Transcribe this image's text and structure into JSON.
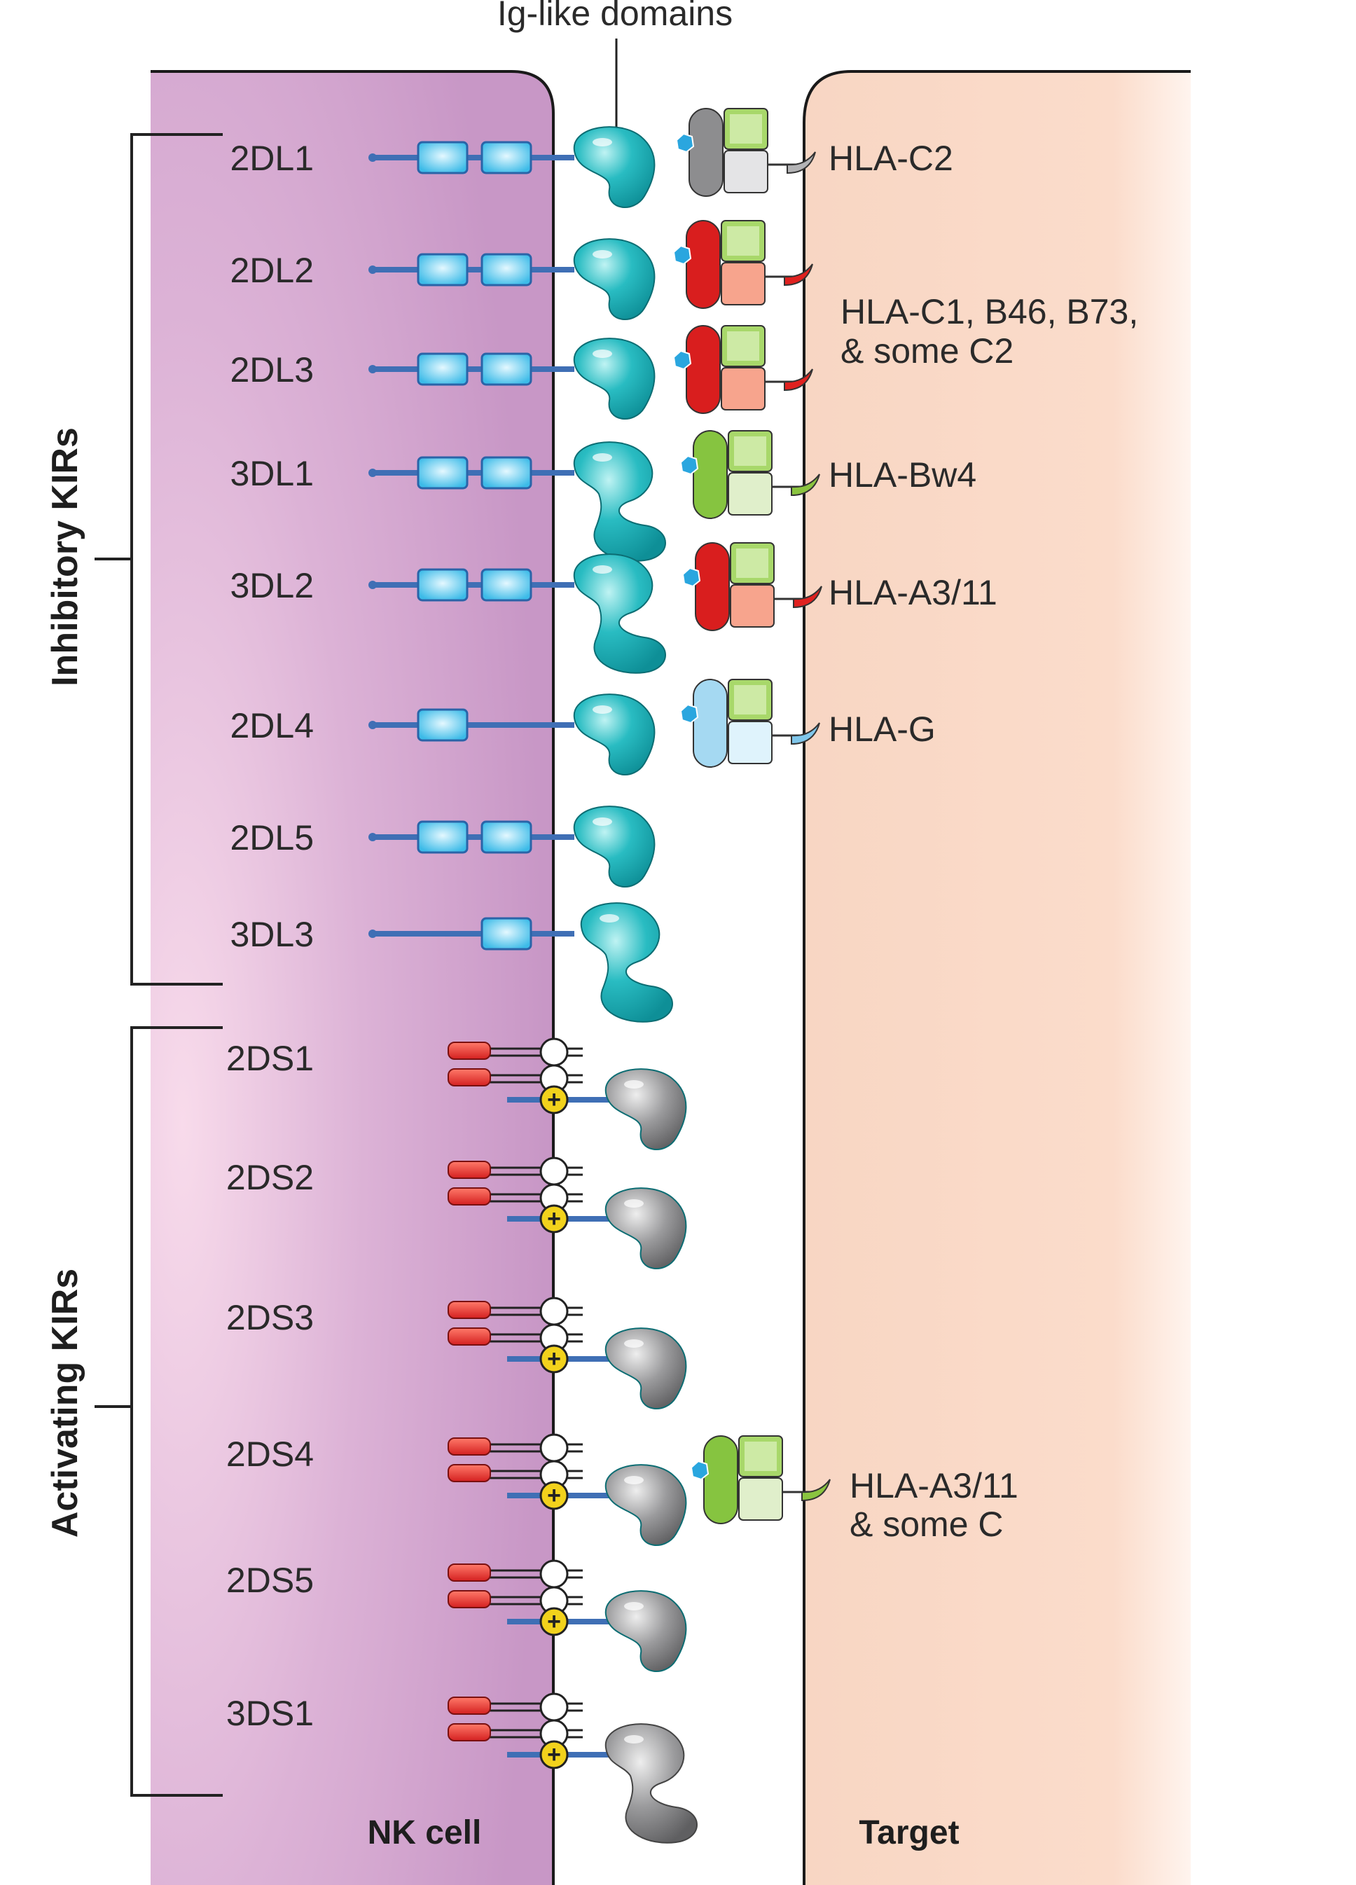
{
  "title_label": "Ig-like domains",
  "groups": {
    "inhibitory": "Inhibitory KIRs",
    "activating": "Activating KIRs"
  },
  "cells": {
    "nk": "NK cell",
    "target": "Target"
  },
  "inhibitory_kirs": [
    {
      "name": "2DL1",
      "ig_domains": 2,
      "ligand": "HLA-C2",
      "ligand_color": "gray"
    },
    {
      "name": "2DL2",
      "ig_domains": 2,
      "ligand": "HLA-C1, B46, B73,",
      "ligand_line2": "& some C2",
      "ligand_color": "red"
    },
    {
      "name": "2DL3",
      "ig_domains": 2,
      "ligand": "",
      "ligand_color": "red"
    },
    {
      "name": "3DL1",
      "ig_domains": 3,
      "ligand": "HLA-Bw4",
      "ligand_color": "green"
    },
    {
      "name": "3DL2",
      "ig_domains": 3,
      "ligand": "HLA-A3/11",
      "ligand_color": "red"
    },
    {
      "name": "2DL4",
      "ig_domains": 2,
      "ligand": "HLA-G",
      "ligand_color": "lightblue"
    },
    {
      "name": "2DL5",
      "ig_domains": 2,
      "ligand": "",
      "ligand_color": ""
    },
    {
      "name": "3DL3",
      "ig_domains": 3,
      "ligand": "",
      "ligand_color": ""
    }
  ],
  "activating_kirs": [
    {
      "name": "2DS1",
      "ig_domains": 2,
      "ligand": "",
      "ligand_color": ""
    },
    {
      "name": "2DS2",
      "ig_domains": 2,
      "ligand": "",
      "ligand_color": ""
    },
    {
      "name": "2DS3",
      "ig_domains": 2,
      "ligand": "",
      "ligand_color": ""
    },
    {
      "name": "2DS4",
      "ig_domains": 2,
      "ligand": "HLA-A3/11",
      "ligand_line2": "& some C",
      "ligand_color": "green"
    },
    {
      "name": "2DS5",
      "ig_domains": 2,
      "ligand": "",
      "ligand_color": ""
    },
    {
      "name": "3DS1",
      "ig_domains": 3,
      "ligand": "",
      "ligand_color": ""
    }
  ],
  "adaptor_symbol": "+",
  "colors": {
    "nk_cell": "#c99cc9",
    "nk_cell_highlight": "#f5d6ea",
    "target_cell": "#fbd9c7",
    "ig_domain": "#25b6bd",
    "itim_box": "#4fc8ee",
    "activating_domain": "#8e8e90",
    "dap12": "#f2d21c",
    "dap12_itam": "#e23b32",
    "hla_gray": "#9a9a9c",
    "hla_red": "#e0211f",
    "hla_green": "#8ac43f",
    "hla_lightblue": "#a8dcf3",
    "b2m": "#8dc63f",
    "peptide": "#2aa6df"
  }
}
